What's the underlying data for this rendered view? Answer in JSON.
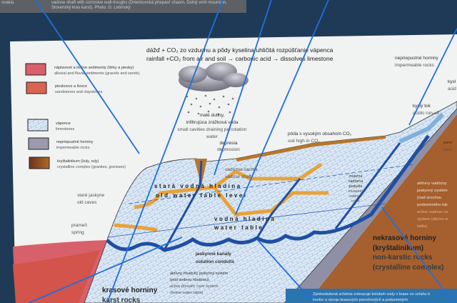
{
  "caption": {
    "side": "ovakia",
    "line1": "vadose shaft with corrosive wall-troughs (Drienkovská priepasť chasm, Dolný vrch mountain,",
    "line2": "Slovenský kras karst). Photo: G. Lešinský"
  },
  "process": {
    "sk": "dážď + CO₂ zo vzduchu a pôdy    kyselina uhličitá    rozpúšťanie vápenca",
    "en": "rainfall +CO₂ from air and soil → carbonic acid → dissolves limestone"
  },
  "legend": [
    {
      "sk": "náplavové a riečne sedimenty (štrky a piesky)",
      "en": "alluvial and fluvial sediments (gravels and sands)",
      "color": "#d8606a"
    },
    {
      "sk": "pieskovce a ílovce",
      "en": "sandstones and claystones",
      "color": "#d9644f"
    },
    {
      "sk": "vápence",
      "en": "limestones",
      "color": "#dce8f4"
    },
    {
      "sk": "nepriepustné horniny",
      "en": "impermeable rocks",
      "color": "#9b9aae"
    },
    {
      "sk": "kryštalinikum  (žuly, ruly)",
      "en": "crystalline complex (granites, gneisses)",
      "color": "#8a4a2a"
    }
  ],
  "labels": {
    "impermeable": {
      "sk": "nepriepustné horniny",
      "en": "impermeable rocks"
    },
    "acid_partial": {
      "sk": "kysl",
      "en": "acid"
    },
    "runoff": {
      "sk": "kyslý tok",
      "en": "acidic run-off"
    },
    "small_cavities": {
      "sk1": "malé dutiny,",
      "sk2": "infiltrujúca zrážková voda",
      "en1": "small cavities draining percolation",
      "en2": "water"
    },
    "depression": {
      "sk": "depresia",
      "en": "depression"
    },
    "soil": {
      "sk": "pôda s vysokým obsahom CO₂",
      "en": "soil high in CO₂"
    },
    "shaft": {
      "sk": "vadózna šachta",
      "en": "vadose shaft"
    },
    "invasion": {
      "l1": "invázna",
      "l2": "vadózna",
      "l3": "jaskyňa",
      "l4": "invasion",
      "l5": "vadose",
      "l6": "cave"
    },
    "old_table": {
      "sk": "stará vodná hladina",
      "en": "old water table level"
    },
    "old_caves": {
      "sk": "staré jaskyne",
      "en": "old caves"
    },
    "spring": {
      "sk": "prameň",
      "en": "spring"
    },
    "water_table": {
      "sk": "vodná hladina",
      "en": "water table"
    },
    "conduits": {
      "sk": "jaskynné kanály",
      "en": "solution conduits"
    },
    "phreatic": {
      "l1": "aktívny freatický jaskynný systém",
      "l2": "(pod vodnou hladinou)",
      "l3": "active phreatic cave system",
      "l4": "(below water table)"
    },
    "karst": {
      "sk": "krasové horniny",
      "en": "karst rocks"
    },
    "ponor": {
      "sk": "pono",
      "en": "pono"
    },
    "vadose_active": {
      "l1": "aktívny vadózny",
      "l2": "jaskynný systém",
      "l3": "(nad úrovňou",
      "l4": "podzemného tok",
      "l5": "active vadose ca",
      "l6": "system (above w",
      "l7": "table)"
    },
    "nonkarst": {
      "l1": "nekrasové horniny",
      "l2": "(kryštalinikum)",
      "l3": "non-karstic rocks",
      "l4": "(crystalline complex)"
    }
  },
  "footer": {
    "line1": "Zjednodušená schéma zobrazuje kolobeh vody v krase vo vzťahu k",
    "line2": "tvorbe a vývoju krasových povrchových a podzemných"
  }
}
